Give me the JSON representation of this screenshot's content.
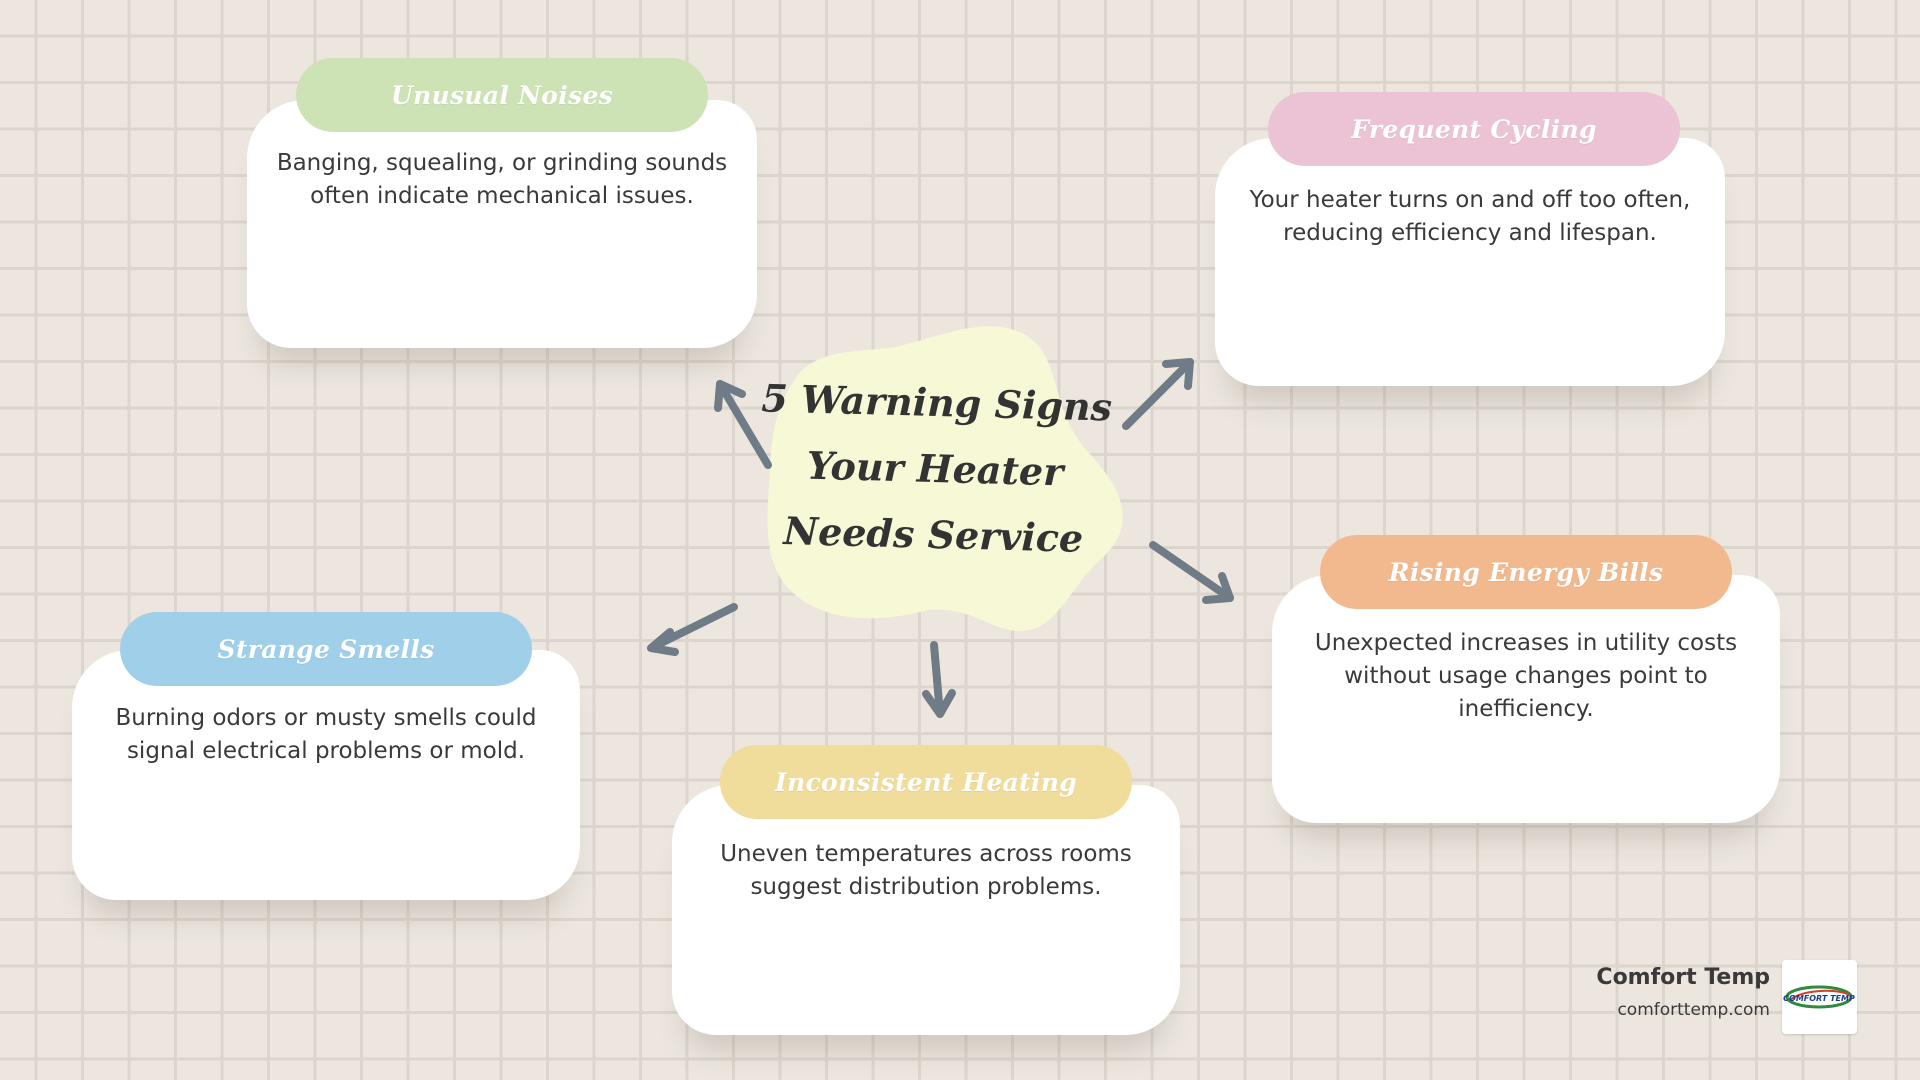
{
  "center": {
    "line1": "5 Warning Signs",
    "line2": "Your Heater",
    "line3": "Needs Service",
    "blob_color": "#f7f8d6"
  },
  "arrow_color": "#6f7b86",
  "signs": [
    {
      "title": "Unusual Noises",
      "color": "#cde3b5",
      "desc1": "Banging, squealing, or grinding sounds",
      "desc2": "often indicate mechanical issues.",
      "desc3": ""
    },
    {
      "title": "Frequent Cycling",
      "color": "#ecc2d5",
      "desc1": "Your heater turns on and off too often,",
      "desc2": "reducing efficiency and lifespan.",
      "desc3": ""
    },
    {
      "title": "Rising Energy Bills",
      "color": "#f3b98e",
      "desc1": "Unexpected increases in utility costs",
      "desc2": "without usage changes point to",
      "desc3": "inefficiency."
    },
    {
      "title": "Strange Smells",
      "color": "#9fcfe9",
      "desc1": "Burning odors or musty smells could",
      "desc2": "signal electrical problems or mold.",
      "desc3": ""
    },
    {
      "title": "Inconsistent Heating",
      "color": "#f0dc9b",
      "desc1": "Uneven temperatures across rooms",
      "desc2": "suggest distribution problems.",
      "desc3": ""
    }
  ],
  "brand": {
    "name": "Comfort Temp",
    "url": "comforttemp.com",
    "logo_text": "COMFORT TEMP"
  }
}
